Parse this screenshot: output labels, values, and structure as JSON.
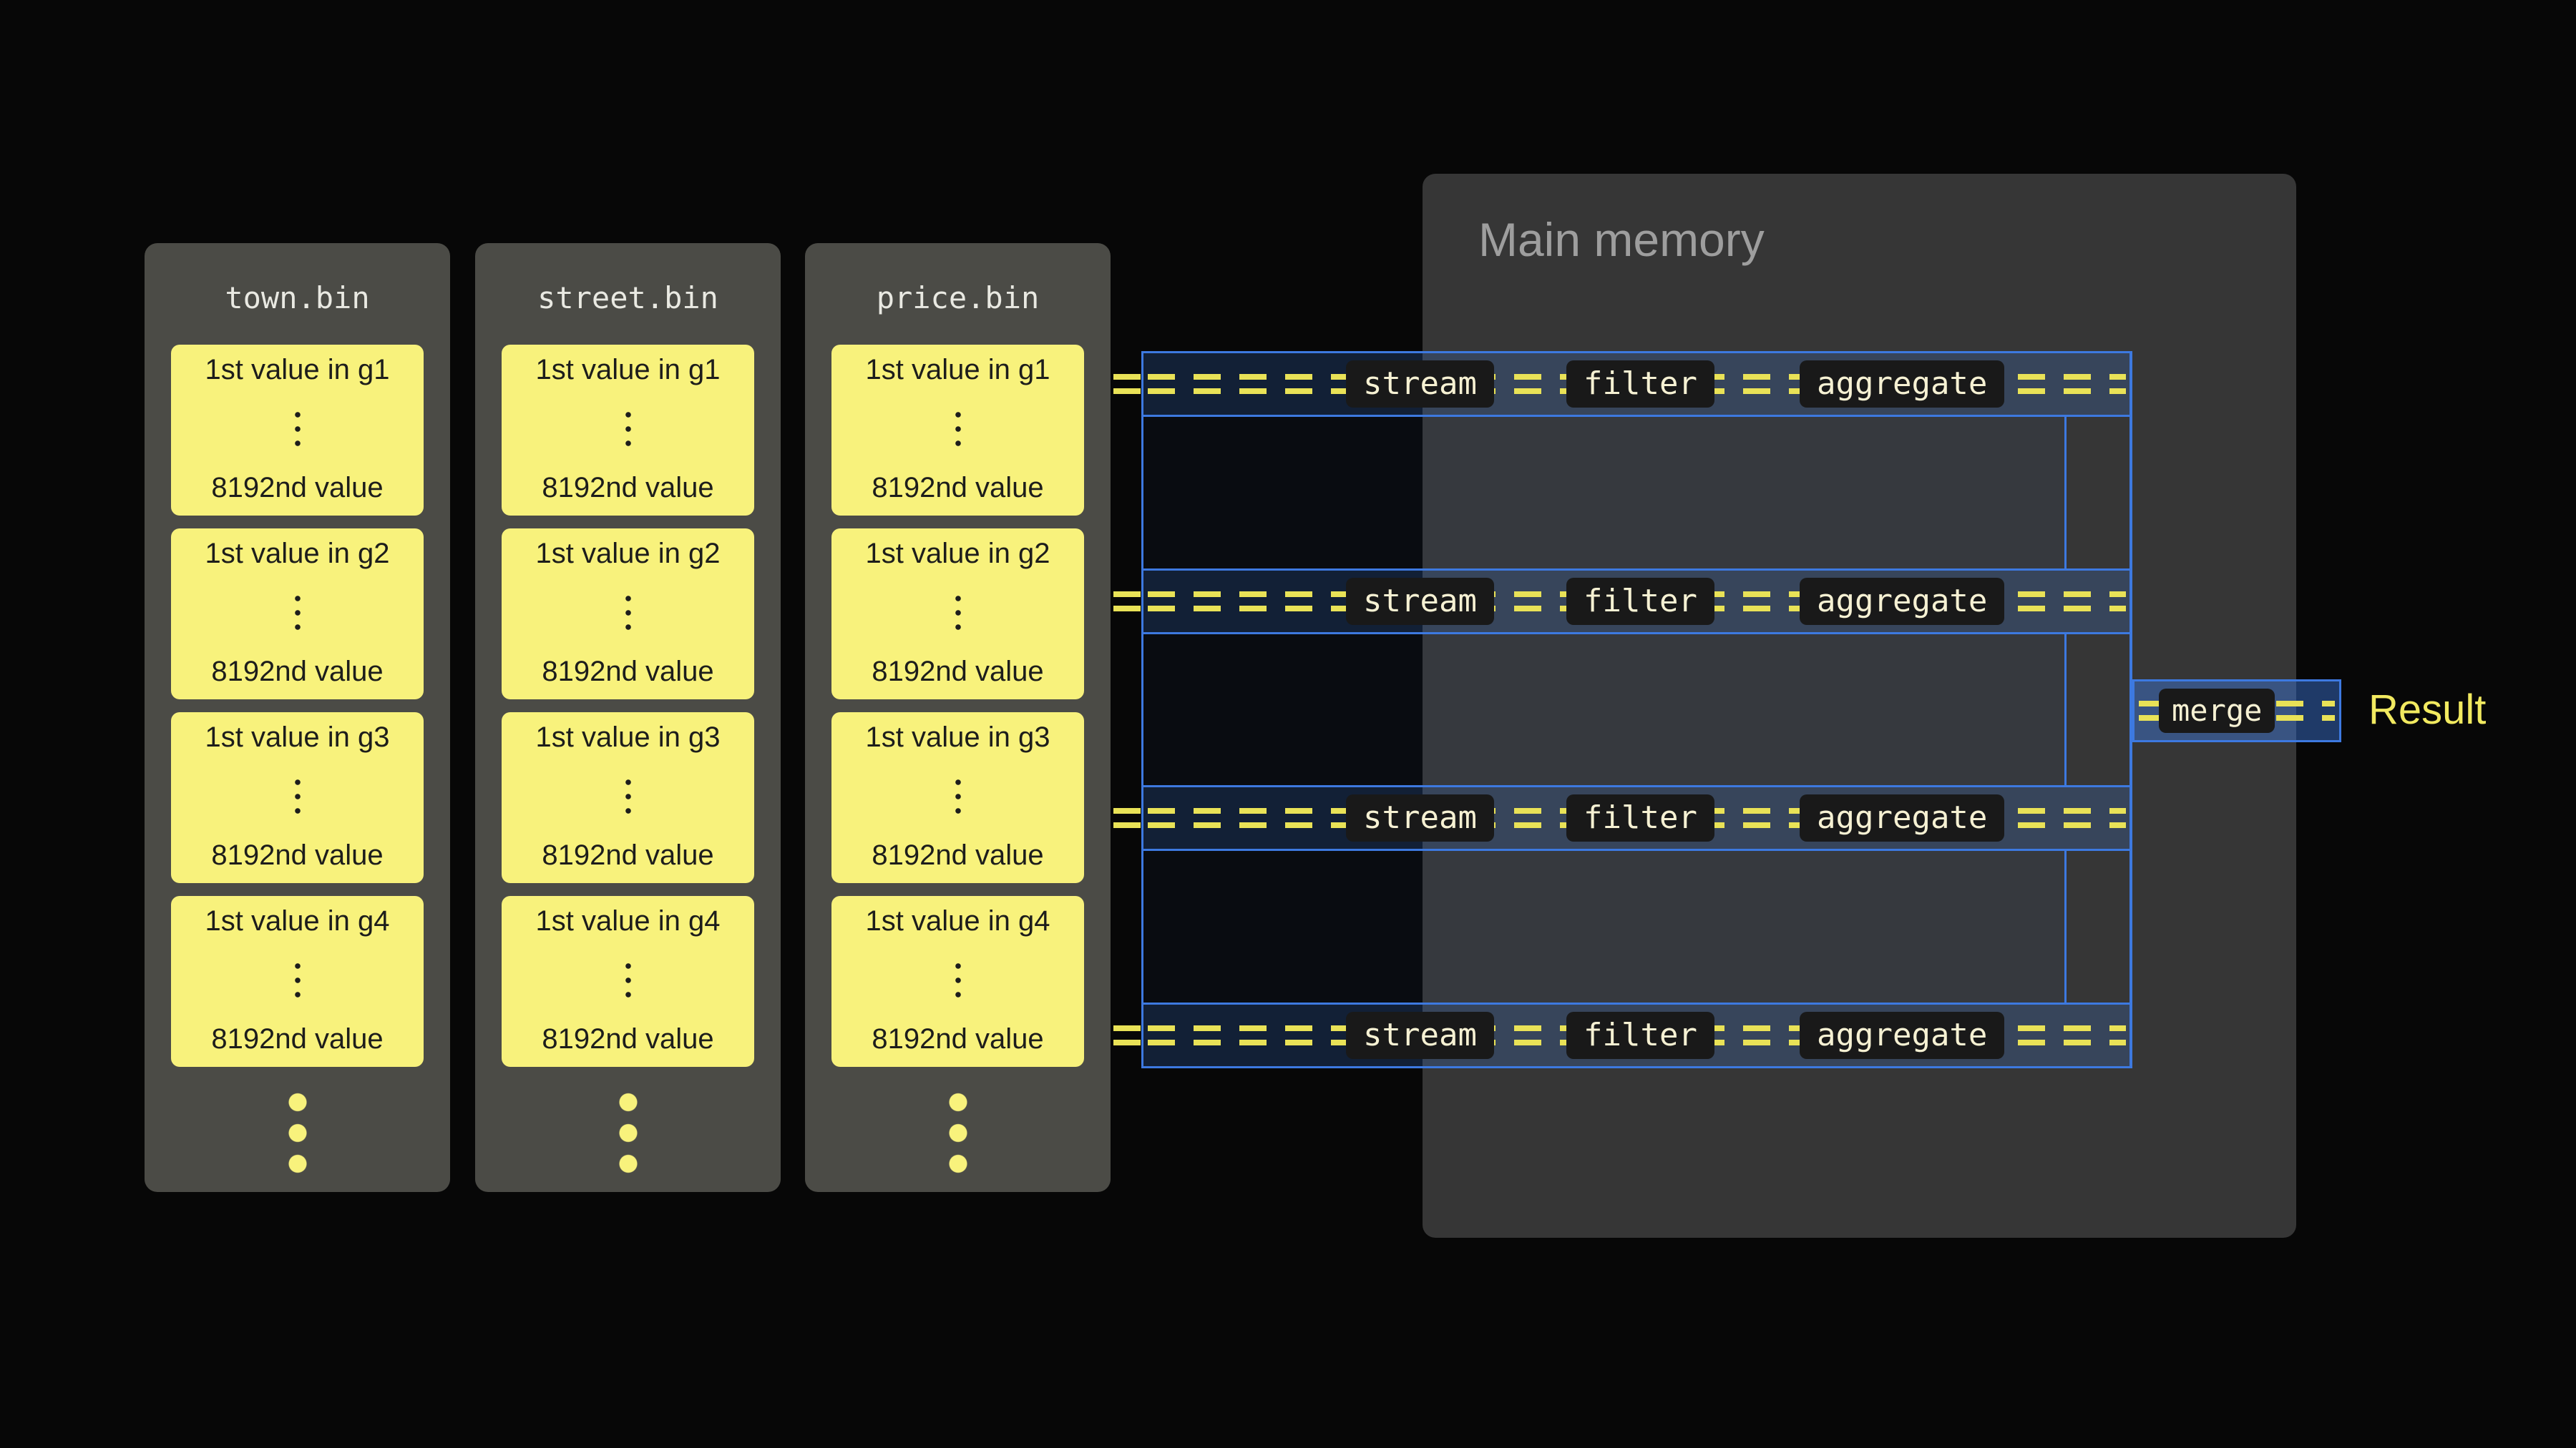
{
  "files": [
    {
      "title": "town.bin",
      "groups": [
        {
          "first": "1st value in g1",
          "last": "8192nd value"
        },
        {
          "first": "1st value in g2",
          "last": "8192nd value"
        },
        {
          "first": "1st value in g3",
          "last": "8192nd value"
        },
        {
          "first": "1st value in g4",
          "last": "8192nd value"
        }
      ]
    },
    {
      "title": "street.bin",
      "groups": [
        {
          "first": "1st value in g1",
          "last": "8192nd value"
        },
        {
          "first": "1st value in g2",
          "last": "8192nd value"
        },
        {
          "first": "1st value in g3",
          "last": "8192nd value"
        },
        {
          "first": "1st value in g4",
          "last": "8192nd value"
        }
      ]
    },
    {
      "title": "price.bin",
      "groups": [
        {
          "first": "1st value in g1",
          "last": "8192nd value"
        },
        {
          "first": "1st value in g2",
          "last": "8192nd value"
        },
        {
          "first": "1st value in g3",
          "last": "8192nd value"
        },
        {
          "first": "1st value in g4",
          "last": "8192nd value"
        }
      ]
    }
  ],
  "memory": {
    "title": "Main memory"
  },
  "pipelines": [
    {
      "stages": [
        "stream",
        "filter",
        "aggregate"
      ]
    },
    {
      "stages": [
        "stream",
        "filter",
        "aggregate"
      ]
    },
    {
      "stages": [
        "stream",
        "filter",
        "aggregate"
      ]
    },
    {
      "stages": [
        "stream",
        "filter",
        "aggregate"
      ]
    }
  ],
  "merge": {
    "label": "merge"
  },
  "result": {
    "label": "Result"
  },
  "colors": {
    "background": "#070707",
    "file_panel": "#4b4b46",
    "panel_title": "#e9e9e2",
    "group_box": "#f8f27c",
    "group_text": "#1d1d1b",
    "dash_yellow": "#e9e257",
    "pipeline_blue": "#3d79e0",
    "memory_bg": "#363636",
    "memory_title": "#9e9e9e",
    "stage_box_bg": "#191919",
    "stage_box_text": "#f6f1d3",
    "result_text": "#f2ea60"
  }
}
